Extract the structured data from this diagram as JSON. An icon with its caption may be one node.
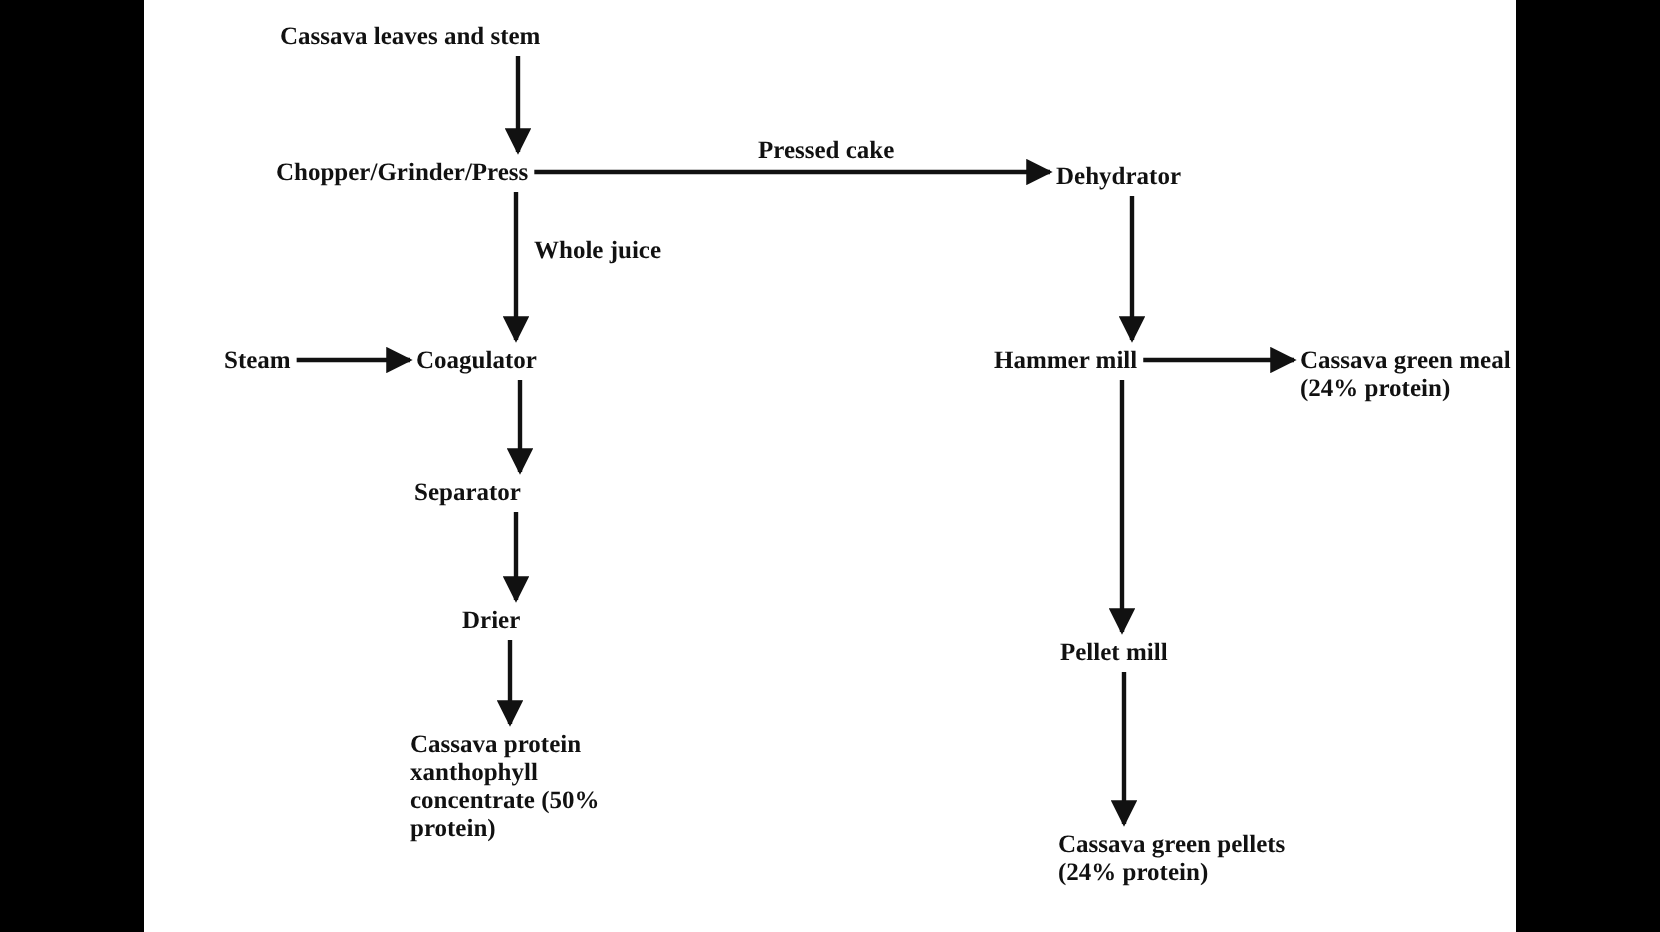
{
  "diagram": {
    "nodes": [
      {
        "text": [
          "Cassava leaves and stem"
        ]
      },
      {
        "text": [
          "Chopper/Grinder/Press"
        ]
      },
      {
        "text": [
          "Dehydrator"
        ]
      },
      {
        "text": [
          "Steam"
        ]
      },
      {
        "text": [
          "Coagulator"
        ]
      },
      {
        "text": [
          "Hammer mill"
        ]
      },
      {
        "text": [
          "Cassava green meal (24% protein)"
        ]
      },
      {
        "text": [
          "Separator"
        ]
      },
      {
        "text": [
          "Drier"
        ]
      },
      {
        "text": [
          "Cassava protein xanthophyll concentrate (50% protein)"
        ]
      },
      {
        "text": [
          "Pellet mill"
        ]
      },
      {
        "text": [
          "Cassava green pellets (24% protein)"
        ]
      }
    ],
    "edges": [
      {
        "from": 0,
        "to": 1,
        "arrow": "to"
      },
      {
        "from": 1,
        "to": 2,
        "arrow": "to",
        "label": "Pressed cake"
      },
      {
        "from": 1,
        "to": 4,
        "arrow": "to",
        "label": "Whole juice"
      },
      {
        "from": 3,
        "to": 4,
        "arrow": "to"
      },
      {
        "from": 2,
        "to": 5,
        "arrow": "to"
      },
      {
        "from": 4,
        "to": 7,
        "arrow": "to"
      },
      {
        "from": 7,
        "to": 8,
        "arrow": "to"
      },
      {
        "from": 8,
        "to": 9,
        "arrow": "to"
      },
      {
        "from": 5,
        "to": 6,
        "arrow": "to"
      },
      {
        "from": 5,
        "to": 10,
        "arrow": "to"
      },
      {
        "from": 10,
        "to": 11,
        "arrow": "to"
      }
    ]
  }
}
